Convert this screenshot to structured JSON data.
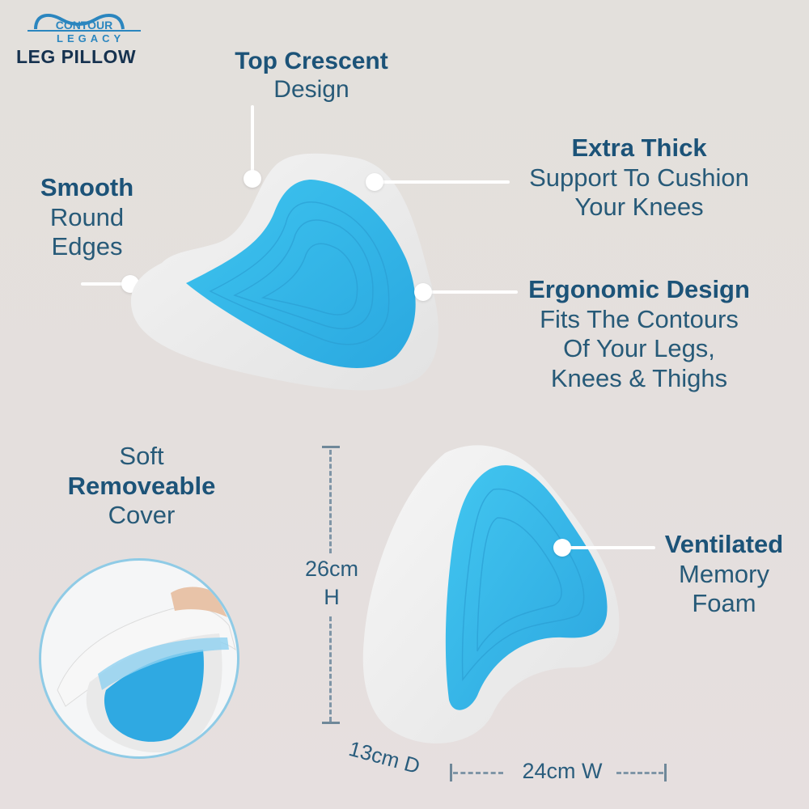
{
  "brand": {
    "logo_text": "CONTOUR",
    "logo_subtext": "LEGACY",
    "product_title": "LEG PILLOW"
  },
  "features": {
    "top_crescent": {
      "title": "Top Crescent",
      "lines": [
        "Design"
      ]
    },
    "extra_thick": {
      "title": "Extra Thick",
      "lines": [
        "Support To Cushion",
        "Your Knees"
      ]
    },
    "smooth_edges": {
      "title": "Smooth",
      "lines": [
        "Round",
        "Edges"
      ]
    },
    "ergonomic": {
      "title": "Ergonomic Design",
      "lines": [
        "Fits The Contours",
        "Of Your Legs,",
        "Knees & Thighs"
      ]
    },
    "cover": {
      "top": "Soft",
      "title": "Removeable",
      "bottom": "Cover"
    },
    "ventilated": {
      "title": "Ventilated",
      "lines": [
        "Memory",
        "Foam"
      ]
    }
  },
  "dimensions": {
    "height_value": "26cm",
    "height_unit": "H",
    "depth": "13cm D",
    "width": "24cm W"
  },
  "colors": {
    "background": "#e3e0dc",
    "heading": "#1c5378",
    "body_text": "#275a78",
    "gel_blue": "#2fb6e8",
    "foam_white": "#f4f4f4",
    "dimension_gray": "#7f95a6"
  }
}
